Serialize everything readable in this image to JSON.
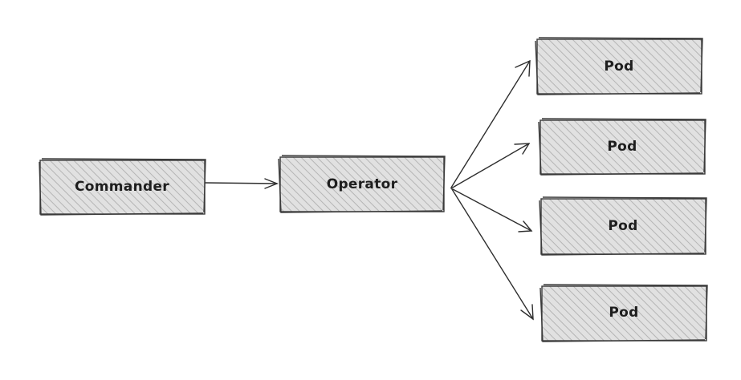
{
  "diagram": {
    "nodes": [
      {
        "id": "commander",
        "label": "Commander"
      },
      {
        "id": "operator",
        "label": "Operator"
      },
      {
        "id": "pod1",
        "label": "Pod"
      },
      {
        "id": "pod2",
        "label": "Pod"
      },
      {
        "id": "pod3",
        "label": "Pod"
      },
      {
        "id": "pod4",
        "label": "Pod"
      }
    ],
    "edges": [
      {
        "from": "commander",
        "to": "operator"
      },
      {
        "from": "operator",
        "to": "pod1"
      },
      {
        "from": "operator",
        "to": "pod2"
      },
      {
        "from": "operator",
        "to": "pod3"
      },
      {
        "from": "operator",
        "to": "pod4"
      }
    ],
    "colors": {
      "box_fill": "#d6d6d6",
      "hatch": "#b9b9b9",
      "stroke": "#3a3a3a",
      "text": "#1e1e1e"
    }
  }
}
